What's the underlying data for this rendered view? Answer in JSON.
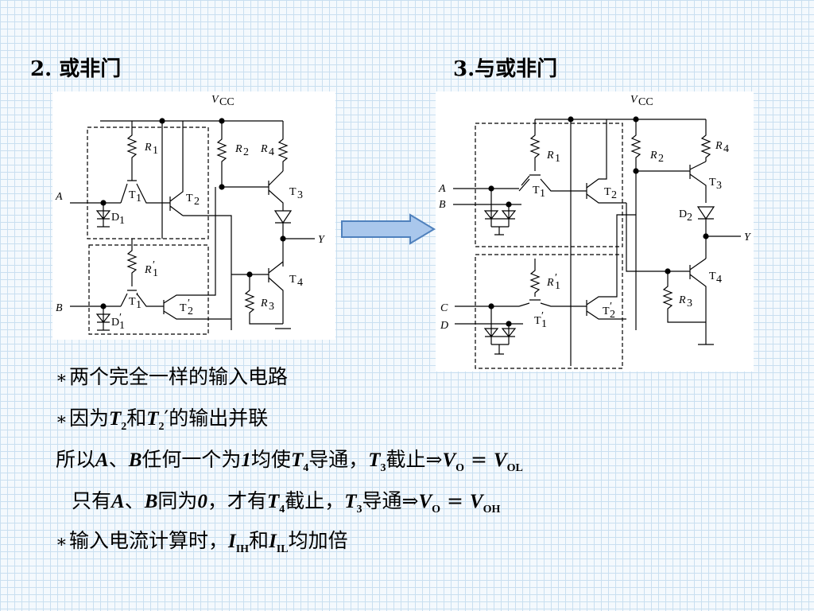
{
  "headings": {
    "left": "2. 或非门",
    "right": "3.与或非门"
  },
  "circuit_left": {
    "vcc": "V",
    "vcc_sub": "CC",
    "a": "A",
    "b": "B",
    "y": "Y",
    "r1": "R",
    "r1_sub": "1",
    "r1p": "R",
    "r1p_sub": "1",
    "r1p_mark": "′",
    "r2": "R",
    "r2_sub": "2",
    "r3": "R",
    "r3_sub": "3",
    "r4": "R",
    "r4_sub": "4",
    "t1": "T",
    "t1_sub": "1",
    "t1p": "T",
    "t1p_sub": "1",
    "t1p_mark": "′",
    "t2": "T",
    "t2_sub": "2",
    "t2p": "T",
    "t2p_sub": "2",
    "t2p_mark": "′",
    "t3": "T",
    "t3_sub": "3",
    "t4": "T",
    "t4_sub": "4",
    "d1": "D",
    "d1_sub": "1",
    "d1p": "D",
    "d1p_sub": "1",
    "d1p_mark": "′"
  },
  "circuit_right": {
    "vcc": "V",
    "vcc_sub": "CC",
    "a": "A",
    "b": "B",
    "c": "C",
    "d": "D",
    "y": "Y",
    "r1": "R",
    "r1_sub": "1",
    "r1p": "R",
    "r1p_sub": "1",
    "r1p_mark": "′",
    "r2": "R",
    "r2_sub": "2",
    "r3": "R",
    "r3_sub": "3",
    "r4": "R",
    "r4_sub": "4",
    "t1": "T",
    "t1_sub": "1",
    "t1p": "T",
    "t1p_sub": "1",
    "t1p_mark": "′",
    "t2": "T",
    "t2_sub": "2",
    "t2p": "T",
    "t2p_sub": "2",
    "t2p_mark": "′",
    "t3": "T",
    "t3_sub": "3",
    "t4": "T",
    "t4_sub": "4",
    "d2": "D",
    "d2_sub": "2"
  },
  "bullet": "∗",
  "line1": {
    "text": "两个完全一样的输入电路"
  },
  "line2": {
    "a": "因为",
    "t": "T",
    "sub": "2",
    "b": "和",
    "t2": "T",
    "sub2": "2",
    "mark": "′",
    "c": "的输出并联"
  },
  "line3": {
    "a": "所以",
    "A": "A",
    "sep": "、",
    "B": "B",
    "b": "任何一个为",
    "one": "1",
    "c": "均使",
    "t4": "T",
    "t4sub": "4",
    "d": "导通，",
    "t3": "T",
    "t3sub": "3",
    "e": "截止⇒",
    "vo": "V",
    "vosub": "O",
    "eq": " = ",
    "vol": "V",
    "volsub": "OL"
  },
  "line4": {
    "a": "只有",
    "A": "A",
    "sep": "、",
    "B": "B",
    "b": "同为",
    "zero": "0",
    "c": "，才有",
    "t4": "T",
    "t4sub": "4",
    "d": "截止，",
    "t3": "T",
    "t3sub": "3",
    "e": "导通⇒",
    "vo": "V",
    "vosub": "O",
    "eq": " = ",
    "voh": "V",
    "vohsub": "OH"
  },
  "line5": {
    "a": "输入电流计算时，",
    "i1": "I",
    "i1sub": "IH",
    "b": "和",
    "i2": "I",
    "i2sub": "IL",
    "c": "均加倍"
  },
  "colors": {
    "arrow_fill": "#a9c7ec",
    "arrow_stroke": "#4f81bd",
    "grid": "#c9dff0"
  }
}
